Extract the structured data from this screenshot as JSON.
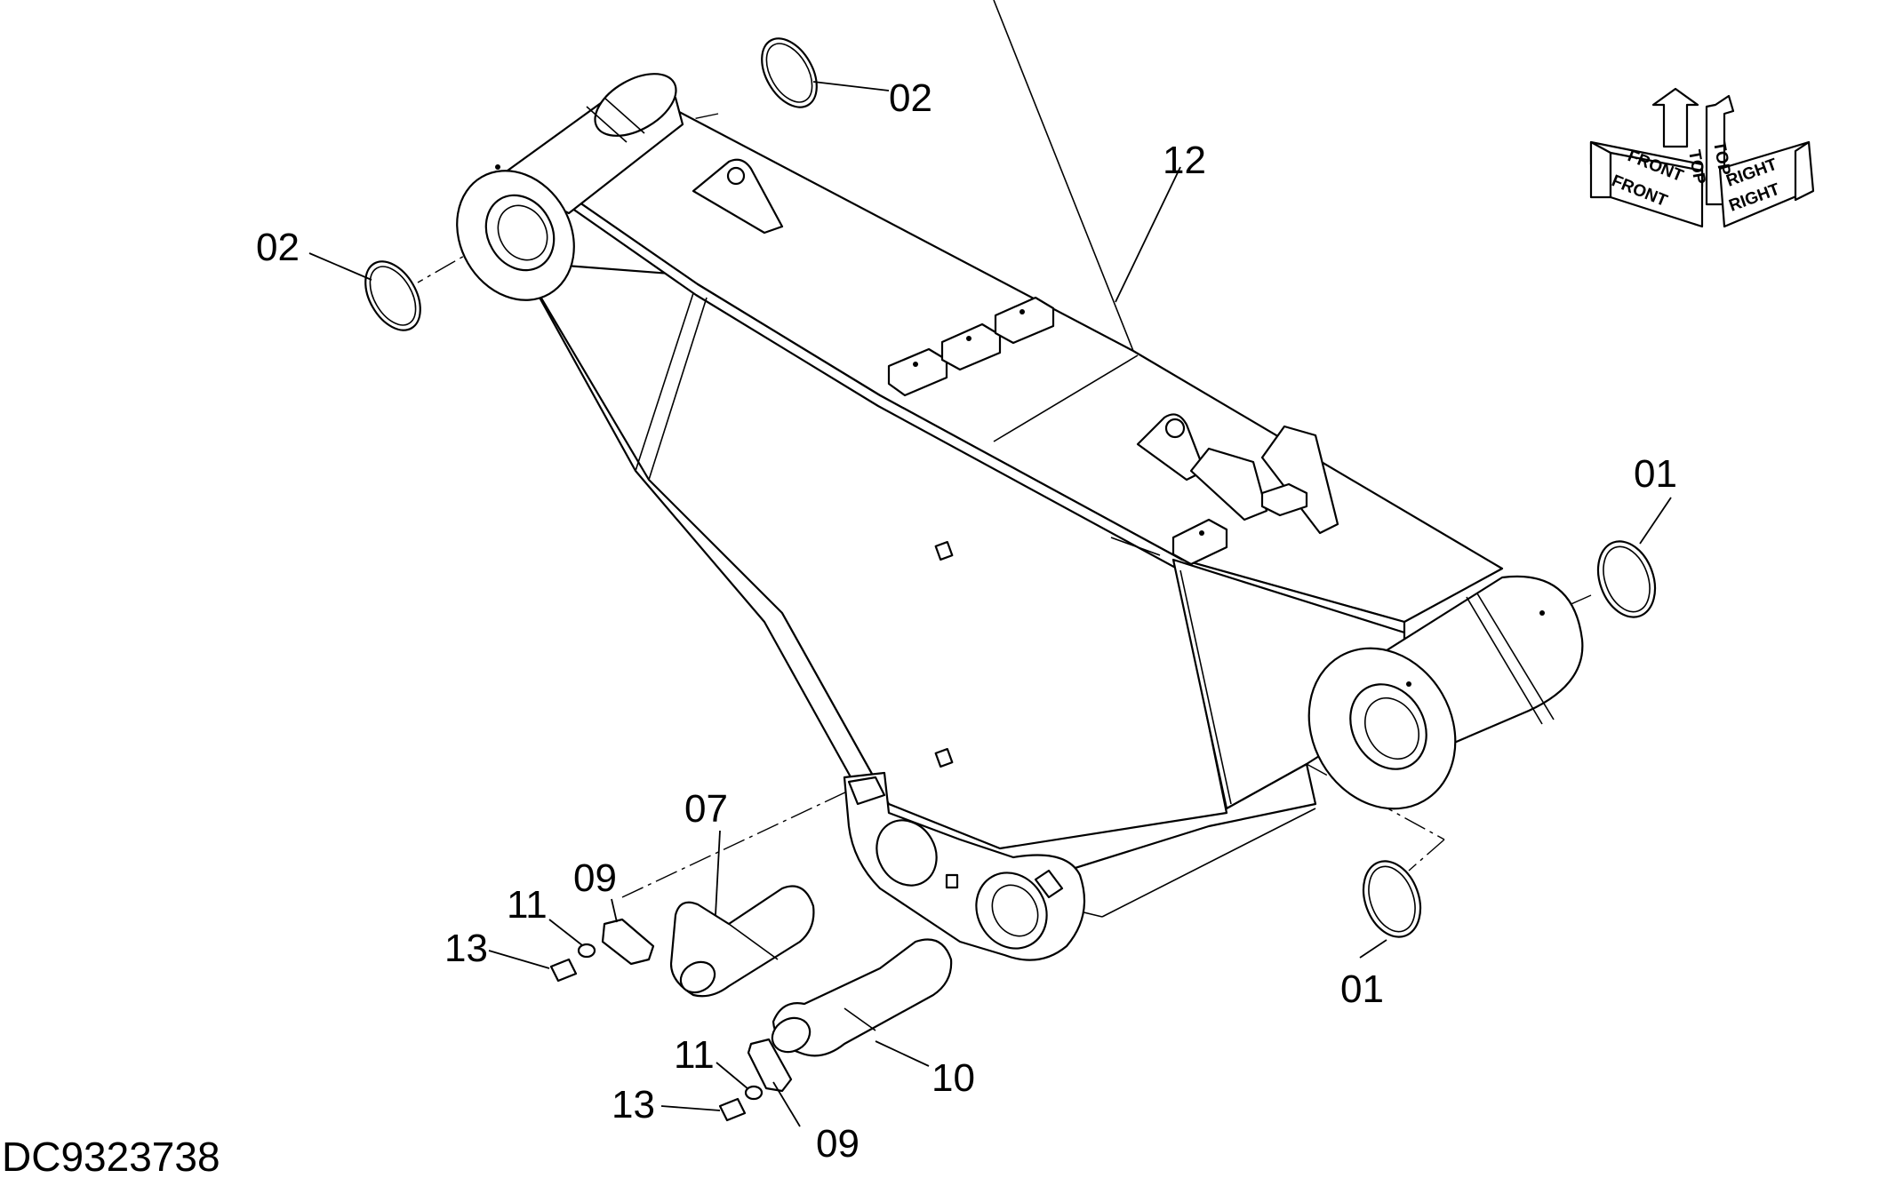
{
  "drawing": {
    "code": "DC9323738",
    "callouts": {
      "c02_top": "02",
      "c02_left": "02",
      "c12": "12",
      "c01_right": "01",
      "c01_bottom": "01",
      "c07": "07",
      "c09_upper": "09",
      "c11_upper": "11",
      "c13_upper": "13",
      "c10": "10",
      "c11_lower": "11",
      "c13_lower": "13",
      "c09_lower": "09"
    },
    "orientation": {
      "top": "TOP",
      "front": "FRONT",
      "right": "RIGHT"
    }
  }
}
